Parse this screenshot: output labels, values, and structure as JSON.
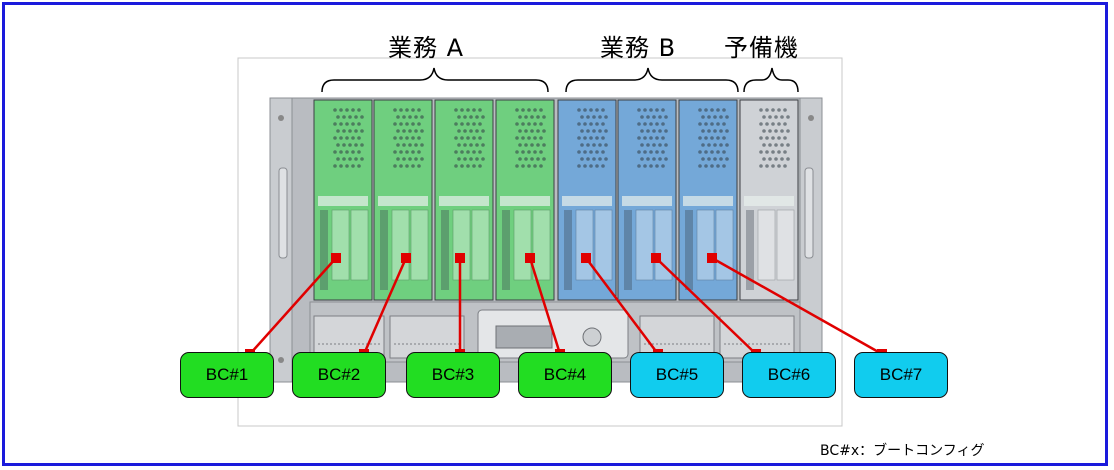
{
  "groups": {
    "a": "業務 A",
    "b": "業務 B",
    "spare": "予備機"
  },
  "boot_configs": [
    {
      "label": "BC#1",
      "color": "#22dd22"
    },
    {
      "label": "BC#2",
      "color": "#22dd22"
    },
    {
      "label": "BC#3",
      "color": "#22dd22"
    },
    {
      "label": "BC#4",
      "color": "#22dd22"
    },
    {
      "label": "BC#5",
      "color": "#11ccee"
    },
    {
      "label": "BC#6",
      "color": "#11ccee"
    },
    {
      "label": "BC#7",
      "color": "#11ccee"
    }
  ],
  "blades": [
    {
      "group": "a",
      "color": "#6fcf7f"
    },
    {
      "group": "a",
      "color": "#6fcf7f"
    },
    {
      "group": "a",
      "color": "#6fcf7f"
    },
    {
      "group": "a",
      "color": "#6fcf7f"
    },
    {
      "group": "b",
      "color": "#74a8d8"
    },
    {
      "group": "b",
      "color": "#74a8d8"
    },
    {
      "group": "b",
      "color": "#74a8d8"
    },
    {
      "group": "spare",
      "color": "#cfd2d6"
    }
  ],
  "legend": "BC#x：ブートコンフィグ",
  "colors": {
    "frame": "#1a1adc",
    "connector": "#e00000"
  }
}
